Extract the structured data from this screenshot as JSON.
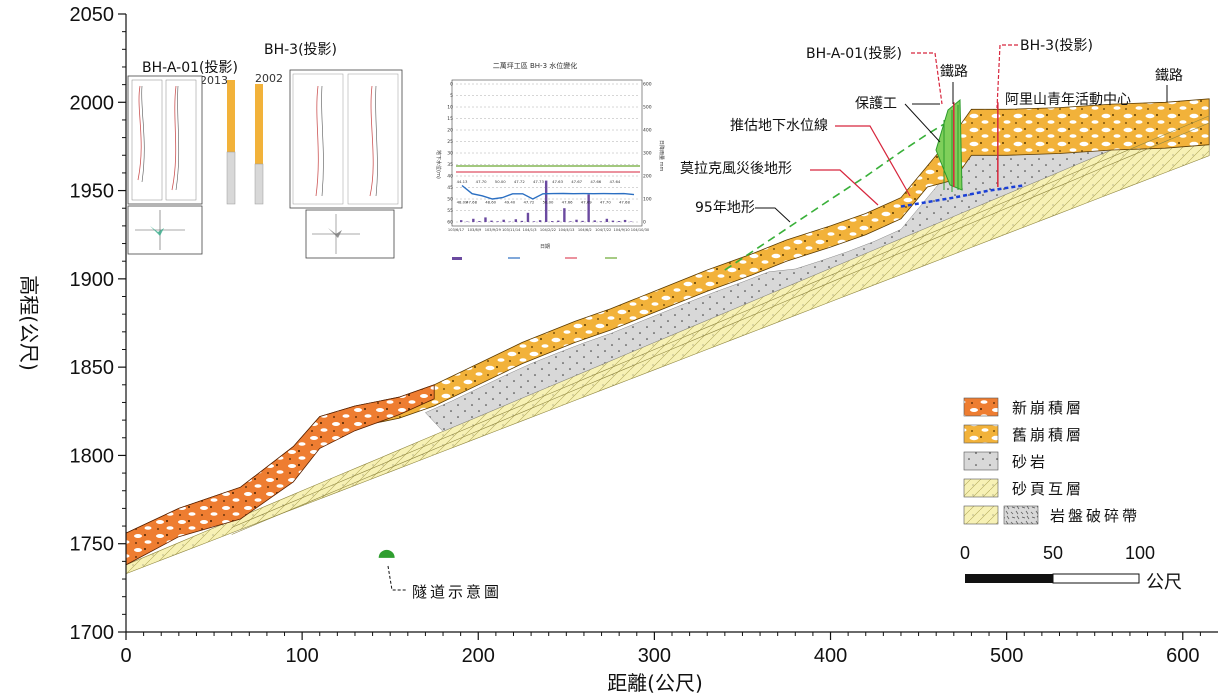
{
  "chart_data": {
    "type": "line",
    "xlabel": "距離(公尺)",
    "ylabel": "高程(公尺)",
    "xlim": [
      0,
      620
    ],
    "ylim": [
      1700,
      2050
    ],
    "x_ticks": [
      0,
      100,
      200,
      300,
      400,
      500,
      600
    ],
    "y_ticks": [
      1700,
      1750,
      1800,
      1850,
      1900,
      1950,
      2000,
      2050
    ],
    "colors": {
      "new_colluvium": "#ee7d31",
      "old_colluvium": "#f2b23a",
      "sandstone": "#d8d8d8",
      "sandstone_shale": "#f7f1b5",
      "rockfall_boundary": "#2c9b2c",
      "groundwater": "#1a3fd6",
      "tunnel": "#2f9e2f",
      "borehole": "#d7263d"
    },
    "surface_after_morakot": {
      "x": [
        0,
        30,
        65,
        95,
        110,
        130,
        155,
        175,
        200,
        225,
        255,
        275,
        300,
        330,
        355,
        375,
        400,
        420,
        440,
        455,
        470,
        480,
        500,
        530,
        560,
        590,
        615
      ],
      "y": [
        1756,
        1770,
        1782,
        1805,
        1822,
        1828,
        1833,
        1840,
        1852,
        1864,
        1876,
        1883,
        1893,
        1905,
        1914,
        1922,
        1930,
        1937,
        1946,
        1964,
        1982,
        1996,
        1996,
        1997,
        1999,
        2000,
        2002
      ]
    },
    "terrain_1995": {
      "x": [
        340,
        370,
        400,
        420,
        440,
        455,
        465,
        472
      ],
      "y": [
        1905,
        1925,
        1945,
        1958,
        1972,
        1982,
        1988,
        1993
      ]
    },
    "groundwater_line": {
      "x": [
        440,
        470,
        490,
        510
      ],
      "y": [
        1941,
        1946,
        1950,
        1953
      ]
    },
    "boreholes": [
      {
        "name": "BH-A-01(投影)",
        "x": 470
      },
      {
        "name": "BH-3(投影)",
        "x": 495
      }
    ],
    "tunnel_position": {
      "x": 148,
      "y": 1742
    }
  },
  "annotations": {
    "bh_a01": "BH-A-01(投影)",
    "bh3": "BH-3(投影)",
    "railway_1": "鐵路",
    "railway_2": "鐵路",
    "youth_center": "阿里山青年活動中心",
    "protection": "保護工",
    "groundwater": "推估地下水位線",
    "morakot_terrain": "莫拉克風災後地形",
    "terrain_95": "95年地形",
    "tunnel": "隧道示意圖"
  },
  "inset_logs": {
    "bh_a01_label": "BH-A-01(投影)",
    "bh_a01_year": "2013",
    "bh3_label": "BH-3(投影)",
    "bh3_year": "2002"
  },
  "inset_chart": {
    "title": "二萬坪工區 BH-3 水位變化",
    "y_left_ticks": [
      "0",
      "5",
      "10",
      "15",
      "20",
      "25",
      "30",
      "35",
      "40",
      "45",
      "50",
      "55",
      "60"
    ],
    "y_right_ticks": [
      "600",
      "500",
      "400",
      "300",
      "200",
      "100",
      "0"
    ],
    "left_axis_label": "地下水位(m)",
    "right_axis_label": "日降雨量 mm",
    "xlabel": "日期",
    "x_ticks": [
      "103/6/17",
      "103/8/9",
      "103/9/29",
      "103/11/14",
      "104/1/3",
      "104/2/22",
      "104/4/13",
      "104/6/2",
      "104/7/22",
      "104/9/10",
      "104/10/30"
    ],
    "value_labels": [
      "44.13",
      "47.70",
      "50.00",
      "47.72",
      "47.73",
      "47.63",
      "47.67",
      "47.66",
      "47.64",
      "47.68",
      "48.60",
      "49.40",
      "47.72",
      "50.00",
      "47.66",
      "47.69",
      "47.70",
      "47.68",
      "48.09"
    ]
  },
  "legend": {
    "items": [
      {
        "label": "新崩積層",
        "key": "new_colluvium"
      },
      {
        "label": "舊崩積層",
        "key": "old_colluvium"
      },
      {
        "label": "砂岩",
        "key": "sandstone"
      },
      {
        "label": "砂頁互層",
        "key": "sandstone_shale"
      },
      {
        "label": "岩盤破碎帶",
        "key": "fracture"
      }
    ]
  },
  "scale_bar": {
    "labels": [
      "0",
      "50",
      "100"
    ],
    "unit": "公尺"
  }
}
